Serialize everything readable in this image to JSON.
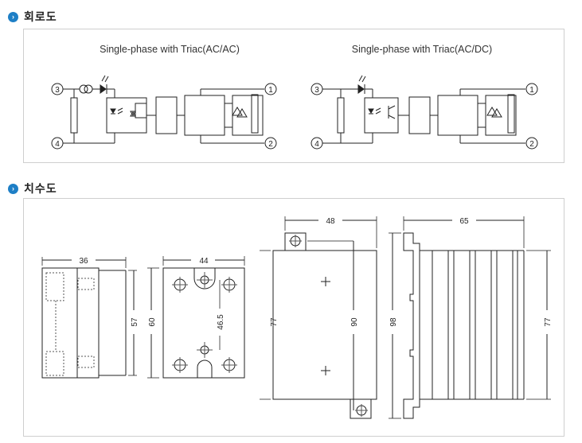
{
  "sections": {
    "circuit": {
      "title": "회로도",
      "bullet": "›"
    },
    "dimensions": {
      "title": "치수도",
      "bullet": "›"
    }
  },
  "circuit": {
    "left_caption": "Single-phase with Triac(AC/AC)",
    "right_caption": "Single-phase with Triac(AC/DC)",
    "terminals": {
      "t1": "1",
      "t2": "2",
      "t3": "3",
      "t4": "4"
    }
  },
  "dimensions": {
    "side_width": "36",
    "side_height": "57",
    "base_width": "44",
    "base_outer_height": "60",
    "base_hole_pitch": "46.5",
    "front_width": "48",
    "front_body_height": "77",
    "front_hole_pitch": "90",
    "heatsink_width": "65",
    "heatsink_overall_height": "98",
    "heatsink_body_height": "77"
  },
  "colors": {
    "accent": "#1e7fc6",
    "panel_border": "#cfcfcf",
    "line": "#222222"
  }
}
